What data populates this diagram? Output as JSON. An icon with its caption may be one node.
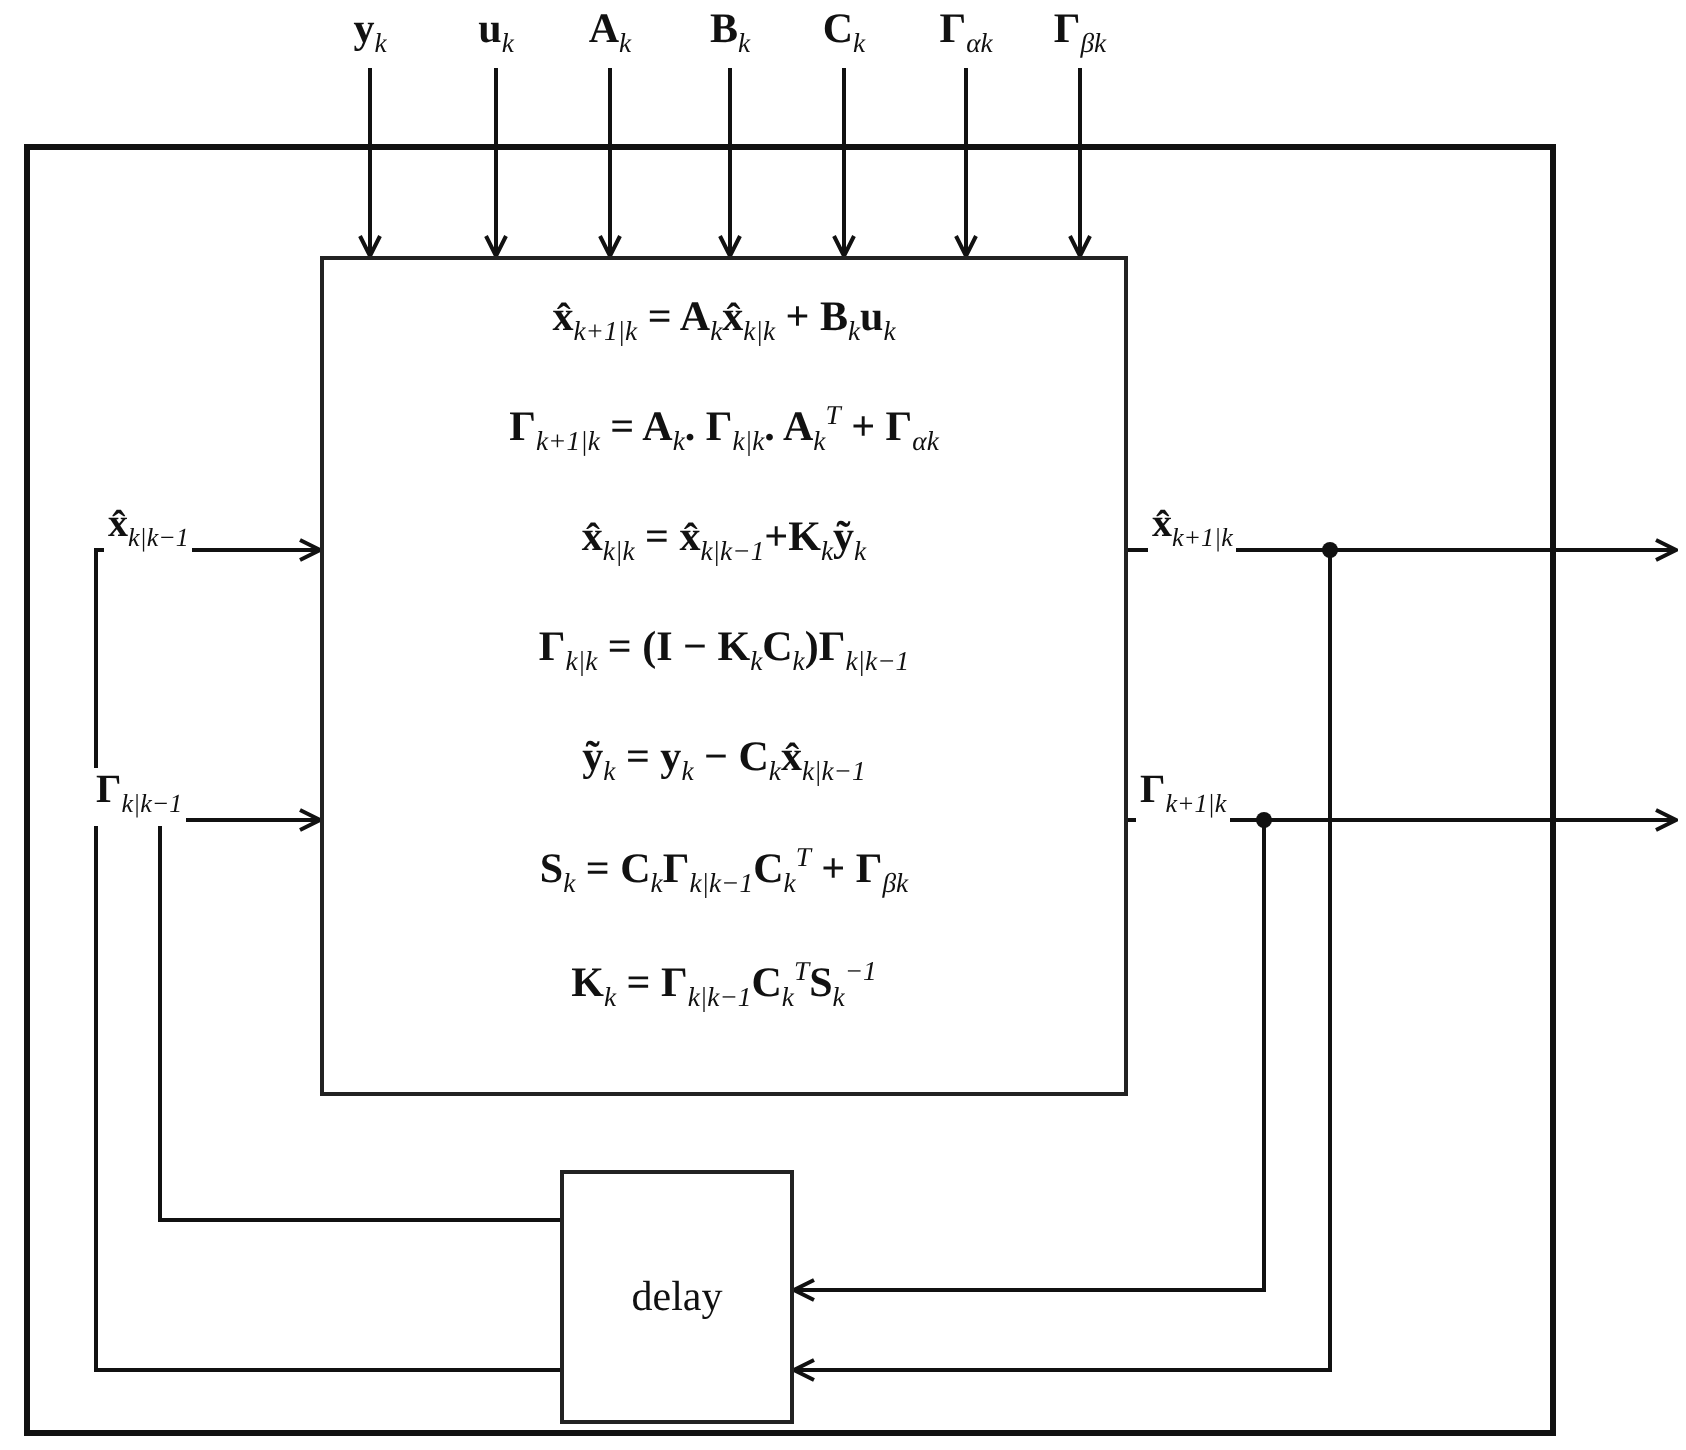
{
  "diagram": {
    "nodes": [
      {
        "text": [],
        "shape": "box"
      },
      {
        "text": [
          "y$_{k}$"
        ]
      },
      {
        "text": [
          "u$_{k}$"
        ]
      },
      {
        "text": [
          "A$_{k}$"
        ]
      },
      {
        "text": [
          "B$_{k}$"
        ]
      },
      {
        "text": [
          "C$_{k}$"
        ]
      },
      {
        "text": [
          "Γ$_{αk}$"
        ]
      },
      {
        "text": [
          "Γ$_{βk}$"
        ]
      },
      {
        "text": [
          "x̂$_{k+1|k}$ = A$_{k}$x̂$_{k|k}$ + B$_{k}$u$_{k}$",
          "Γ$_{k+1|k}$ = A$_{k}$. Γ$_{k|k}$. A$_{k}$$^{T}$ + Γ$_{αk}$",
          "x̂$_{k|k}$ = x̂$_{k|k−1}$+K$_{k}$ỹ$_{k}$",
          "Γ$_{k|k}$ = (I − K$_{k}$C$_{k}$)Γ$_{k|k−1}$",
          "ỹ$_{k}$ = y$_{k}$ − C$_{k}$x̂$_{k|k−1}$",
          "S$_{k}$ = C$_{k}$Γ$_{k|k−1}$C$_{k}$$^{T}$ + Γ$_{βk}$",
          "K$_{k}$ = Γ$_{k|k−1}$C$_{k}$$^{T}$S$_{k}$$^{−1}$"
        ],
        "in": 0
      },
      {
        "text": [
          "delay"
        ],
        "in": 0
      }
    ],
    "edges": [
      {
        "from": 1,
        "to": 8,
        "arrow": "to"
      },
      {
        "from": 2,
        "to": 8,
        "arrow": "to"
      },
      {
        "from": 3,
        "to": 8,
        "arrow": "to"
      },
      {
        "from": 4,
        "to": 8,
        "arrow": "to"
      },
      {
        "from": 5,
        "to": 8,
        "arrow": "to"
      },
      {
        "from": 6,
        "to": 8,
        "arrow": "to"
      },
      {
        "from": 7,
        "to": 8,
        "arrow": "to"
      },
      {
        "from": 8,
        "to": null,
        "arrow": "to",
        "label": "x̂$_{k+1|k}$"
      },
      {
        "from": 8,
        "to": null,
        "arrow": "to",
        "label": "Γ$_{k+1|k}$"
      },
      {
        "from": 8,
        "to": 9,
        "arrow": "to"
      },
      {
        "from": 8,
        "to": 9,
        "arrow": "to"
      },
      {
        "from": 9,
        "to": 8,
        "arrow": "to",
        "label": "x̂$_{k|k−1}$"
      },
      {
        "from": 9,
        "to": 8,
        "arrow": "to",
        "label": "Γ$_{k|k−1}$"
      }
    ]
  }
}
